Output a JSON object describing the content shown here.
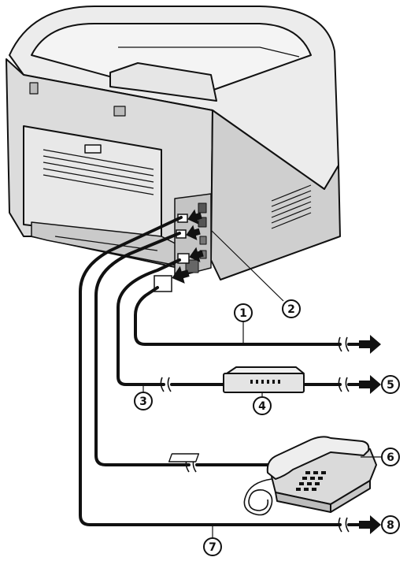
{
  "callouts": [
    {
      "id": "c1",
      "label": "1"
    },
    {
      "id": "c2",
      "label": "2"
    },
    {
      "id": "c3",
      "label": "3"
    },
    {
      "id": "c4",
      "label": "4"
    },
    {
      "id": "c5",
      "label": "5"
    },
    {
      "id": "c6",
      "label": "6"
    },
    {
      "id": "c7",
      "label": "7"
    },
    {
      "id": "c8",
      "label": "8"
    }
  ],
  "colors": {
    "line": "#111111",
    "body": "#e2e2e2",
    "body_dark": "#c4c4c4",
    "body_light": "#f2f2f2",
    "panel": "#d6d6d6"
  },
  "icons": [
    "printer-device",
    "network-hub",
    "telephone-handset",
    "right-arrow-icon",
    "cable-break-icon"
  ]
}
